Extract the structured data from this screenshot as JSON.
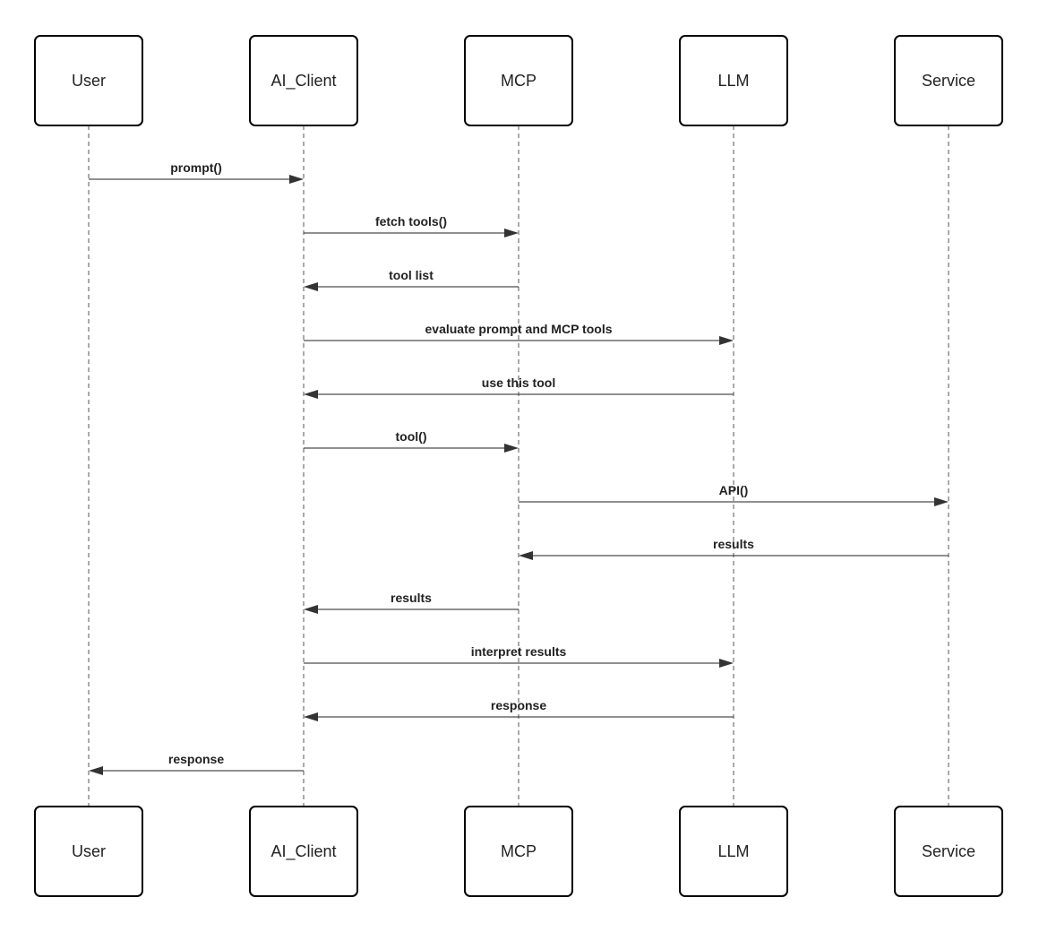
{
  "participants": [
    {
      "id": "user",
      "label": "User"
    },
    {
      "id": "ai_client",
      "label": "AI_Client"
    },
    {
      "id": "mcp",
      "label": "MCP"
    },
    {
      "id": "llm",
      "label": "LLM"
    },
    {
      "id": "service",
      "label": "Service"
    }
  ],
  "messages": [
    {
      "from": "user",
      "to": "ai_client",
      "label": "prompt()"
    },
    {
      "from": "ai_client",
      "to": "mcp",
      "label": "fetch tools()"
    },
    {
      "from": "mcp",
      "to": "ai_client",
      "label": "tool list"
    },
    {
      "from": "ai_client",
      "to": "llm",
      "label": "evaluate prompt and MCP tools"
    },
    {
      "from": "llm",
      "to": "ai_client",
      "label": "use this tool"
    },
    {
      "from": "ai_client",
      "to": "mcp",
      "label": "tool()"
    },
    {
      "from": "mcp",
      "to": "service",
      "label": "API()"
    },
    {
      "from": "service",
      "to": "mcp",
      "label": "results"
    },
    {
      "from": "mcp",
      "to": "ai_client",
      "label": "results"
    },
    {
      "from": "ai_client",
      "to": "llm",
      "label": "interpret results"
    },
    {
      "from": "llm",
      "to": "ai_client",
      "label": "response"
    },
    {
      "from": "ai_client",
      "to": "user",
      "label": "response"
    }
  ]
}
